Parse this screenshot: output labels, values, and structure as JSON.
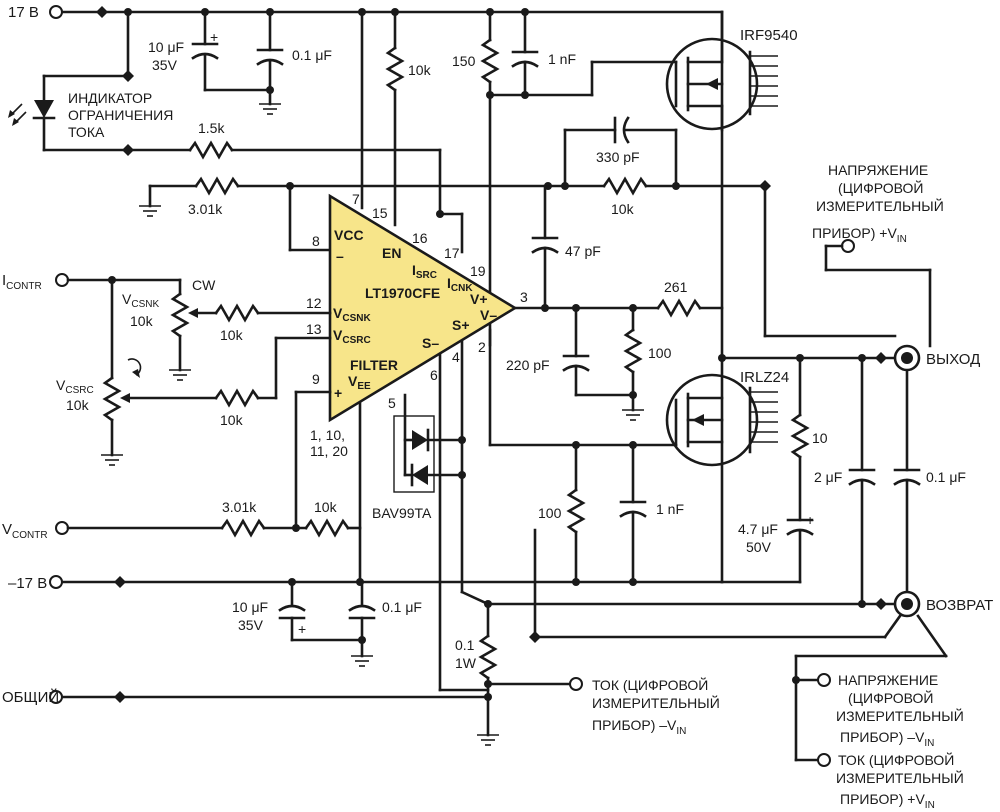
{
  "rails": {
    "pos_supply": "17 В",
    "neg_supply": "–17 В",
    "common": "ОБЩИЙ"
  },
  "ic": {
    "part": "LT1970CFE",
    "vcc": "VCC",
    "en": "EN",
    "filter": "FILTER",
    "i_src_main": "I",
    "i_src_sub": "SRC",
    "i_cnk_main": "I",
    "i_cnk_sub": "CNK",
    "v_csnk_main": "V",
    "v_csnk_sub": "CSNK",
    "v_csrc_main": "V",
    "v_csrc_sub": "CSRC",
    "v_ee_main": "V",
    "v_ee_sub": "EE",
    "s_minus": "S–",
    "s_plus": "S+",
    "v_plus": "V+",
    "v_minus": "V–",
    "minus_sign": "–",
    "plus_sign": "+",
    "pins": {
      "p7": "7",
      "p15": "15",
      "p16": "16",
      "p17": "17",
      "p19": "19",
      "p8": "8",
      "p12": "12",
      "p13": "13",
      "p9": "9",
      "p3": "3",
      "p4": "4",
      "p2": "2",
      "p6": "6",
      "p5": "5",
      "gnd_pins": "1, 10,",
      "gnd_pins2": "11, 20"
    }
  },
  "indicator": {
    "line1": "ИНДИКАТОР",
    "line2": "ОГРАНИЧЕНИЯ",
    "line3": "ТОКА"
  },
  "components": {
    "c_10uf_top": "10 μF",
    "c_35v_top": "35V",
    "c_plus_top": "+",
    "c_01uf_top": "0.1 μF",
    "r_10k_en": "10k",
    "r_150": "150",
    "c_1nf_top": "1 nF",
    "q_top": "IRF9540",
    "r_1k5": "1.5k",
    "c_330pf": "330 pF",
    "r_301k_top": "3.01k",
    "r_10k_fb": "10k",
    "c_47pf": "47 pF",
    "r_261": "261",
    "c_220pf": "220 pF",
    "r_100_mid": "100",
    "q_bot": "IRLZ24",
    "r_10_gate": "10",
    "c_2uf": "2 μF",
    "c_01uf_out": "0.1 μF",
    "c_47uf": "4.7 μF",
    "c_50v": "50V",
    "c_plus_47": "+",
    "r_100_bot": "100",
    "c_1nf_bot": "1 nF",
    "diode": "BAV99TA",
    "r_301k_bot": "3.01k",
    "r_10k_bot": "10k",
    "c_10uf_bot": "10 μF",
    "c_35v_bot": "35V",
    "c_plus_bot": "+",
    "c_01uf_bot": "0.1 μF",
    "r_sense_1": "0.1",
    "r_sense_2": "1W",
    "cw": "CW",
    "pot_csnk_main": "V",
    "pot_csnk_sub": "CSNK",
    "pot_csnk_val": "10k",
    "pot_csrc_main": "V",
    "pot_csrc_sub": "CSRC",
    "pot_csrc_val": "10k",
    "r_10k_csnk": "10k",
    "r_10k_csrc": "10k"
  },
  "inputs": {
    "icontr_main": "I",
    "icontr_sub": "CONTR",
    "vcontr_main": "V",
    "vcontr_sub": "CONTR"
  },
  "outputs": {
    "out_label": "ВЫХОД",
    "ret_label": "ВОЗВРАТ",
    "vmeter_top_1": "НАПРЯЖЕНИЕ",
    "vmeter_top_2": "(ЦИФРОВОЙ",
    "vmeter_top_3": "ИЗМЕРИТЕЛЬНЫЙ",
    "vmeter_top_4": "ПРИБОР) +V",
    "vmeter_top_sub": "IN",
    "imeter_mid_1": "ТОК (ЦИФРОВОЙ",
    "imeter_mid_2": "ИЗМЕРИТЕЛЬНЫЙ",
    "imeter_mid_3": "ПРИБОР) –V",
    "imeter_mid_sub": "IN",
    "vmeter_bot_1": "НАПРЯЖЕНИЕ",
    "vmeter_bot_2": "(ЦИФРОВОЙ",
    "vmeter_bot_3": "ИЗМЕРИТЕЛЬНЫЙ",
    "vmeter_bot_4": "ПРИБОР) –V",
    "vmeter_bot_sub": "IN",
    "imeter_bot_1": "ТОК (ЦИФРОВОЙ",
    "imeter_bot_2": "ИЗМЕРИТЕЛЬНЫЙ",
    "imeter_bot_3": "ПРИБОР) +V",
    "imeter_bot_sub": "IN"
  },
  "colors": {
    "ic_fill": "#f7e58a",
    "ink": "#1a1a1a",
    "background": "#ffffff"
  }
}
